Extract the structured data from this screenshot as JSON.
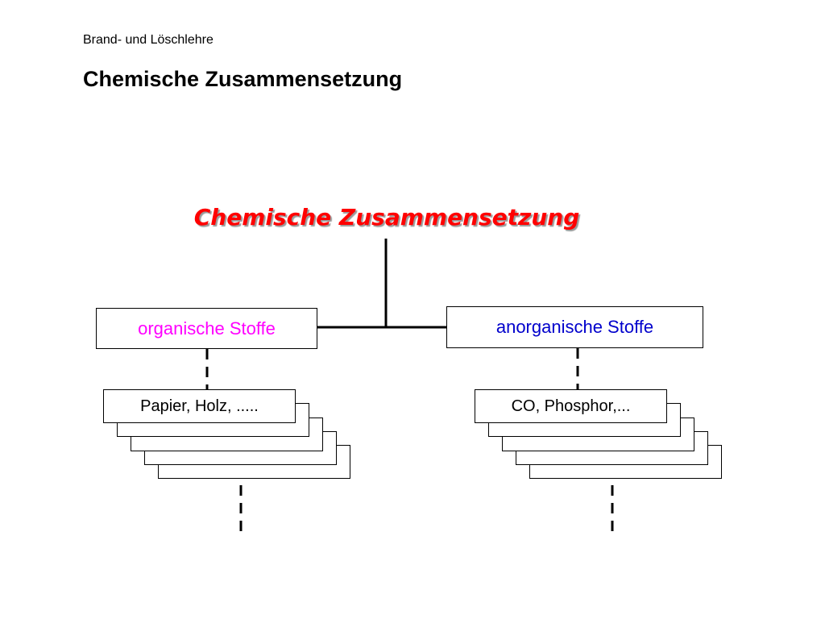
{
  "header": {
    "subject": "Brand- und Löschlehre",
    "title": "Chemische Zusammensetzung"
  },
  "diagram": {
    "root": {
      "label": "Chemische Zusammensetzung",
      "color": "#ff0000"
    },
    "branches": [
      {
        "label": "organische Stoffe",
        "color": "#ff00ff",
        "example": "Papier, Holz, ....."
      },
      {
        "label": "anorganische Stoffe",
        "color": "#0000cc",
        "example": "CO, Phosphor,..."
      }
    ]
  }
}
